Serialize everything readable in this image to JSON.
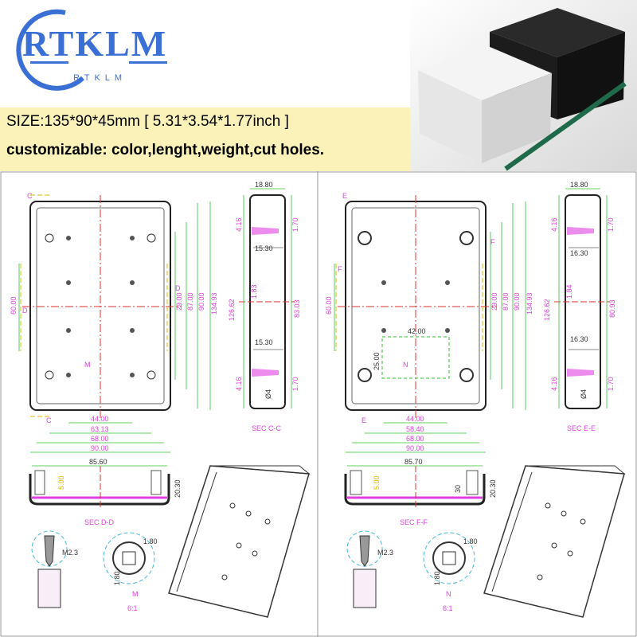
{
  "brand": {
    "logo": "RTKLM",
    "logo_sub": "RTKLM",
    "colors": {
      "accent": "#3a6fd6",
      "header_bg": "#faf2b8",
      "dim_magenta": "#e040e0",
      "dim_green": "#2ec02e",
      "center_red": "#e03030",
      "tag_yellow": "#e0b800"
    }
  },
  "header": {
    "size_text": "SIZE:135*90*45mm [ 5.31*3.54*1.77inch ]",
    "customizable_text": "customizable: color,lenght,weight,cut holes."
  },
  "left": {
    "tags": {
      "c_top": "C",
      "c_bottom": "C",
      "d_left": "D",
      "d_right": "D",
      "m": "M"
    },
    "dims": {
      "top_width": "18.80",
      "h1": "4.16",
      "h2": "1.70",
      "h3": "15.30",
      "h4": "1.83",
      "h5": "15.30",
      "h6": "4.16",
      "h7": "Ø4",
      "h8": "1.70",
      "h9": "126.62",
      "h10": "83.03",
      "v1": "29.00",
      "v2": "87.00",
      "v3": "90.00",
      "v4": "134.93",
      "v5": "60.00",
      "w1": "44.00",
      "w2": "63.13",
      "w3": "68.00",
      "w4": "90.00",
      "w5": "85.60",
      "d1": "5.00",
      "d2": "20.30",
      "screw": "M2.3",
      "detail1": "1.80",
      "detail2": "1.80",
      "scale": "6:1"
    },
    "sec_side": "SEC C-C",
    "sec_bottom": "SEC D-D"
  },
  "right": {
    "tags": {
      "e_top": "E",
      "e_bottom": "E",
      "f_left": "F",
      "f_right": "F",
      "n": "N"
    },
    "dims": {
      "top_width": "18.80",
      "h1": "4.16",
      "h2": "1.70",
      "h3": "16.30",
      "h4": "1.84",
      "h5": "16.30",
      "h6": "4.16",
      "h7": "Ø4",
      "h8": "1.70",
      "h9": "126.62",
      "h10": "80.93",
      "v1": "29.00",
      "v2": "87.00",
      "v3": "90.00",
      "v4": "134.93",
      "v5": "60.00",
      "inner_w": "42.00",
      "inner_h": "25.00",
      "w1": "44.00",
      "w2": "58.40",
      "w3": "68.00",
      "w4": "90.00",
      "w5": "85.70",
      "d1": "5.00",
      "d2": "20.30",
      "d3": "30",
      "screw": "M2.3",
      "detail1": "1.80",
      "detail2": "1.80",
      "scale": "6:1"
    },
    "sec_side": "SEC E-E",
    "sec_bottom": "SEC F-F"
  }
}
